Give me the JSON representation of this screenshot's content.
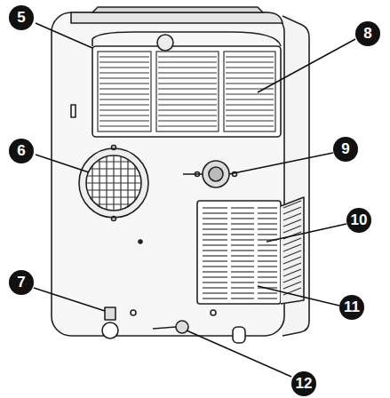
{
  "diagram": {
    "labels": [
      "5",
      "6",
      "7",
      "8",
      "9",
      "10",
      "11",
      "12"
    ]
  }
}
